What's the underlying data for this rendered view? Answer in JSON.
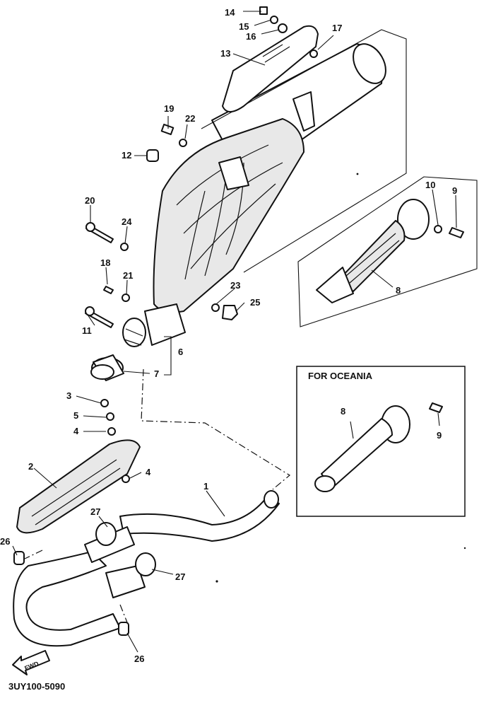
{
  "diagram": {
    "figure_code": "3UY100-5090",
    "inset_title": "FOR OCEANIA",
    "fwd_label": "FWD",
    "callouts": {
      "c1": "1",
      "c2": "2",
      "c3": "3",
      "c4a": "4",
      "c4b": "4",
      "c5": "5",
      "c6": "6",
      "c7": "7",
      "c8": "8",
      "c8b": "8",
      "c9": "9",
      "c9b": "9",
      "c10": "10",
      "c11": "11",
      "c12": "12",
      "c13": "13",
      "c14": "14",
      "c15": "15",
      "c16": "16",
      "c17": "17",
      "c18": "18",
      "c19": "19",
      "c20": "20",
      "c21": "21",
      "c22": "22",
      "c23": "23",
      "c24": "24",
      "c25": "25",
      "c26a": "26",
      "c26b": "26",
      "c27a": "27",
      "c27b": "27"
    },
    "part_icons": [
      "exhaust-pipe-icon",
      "muffler-icon",
      "heat-protector-icon",
      "gasket-icon",
      "bolt-icon",
      "nut-icon",
      "washer-icon",
      "spark-arrester-icon"
    ]
  }
}
